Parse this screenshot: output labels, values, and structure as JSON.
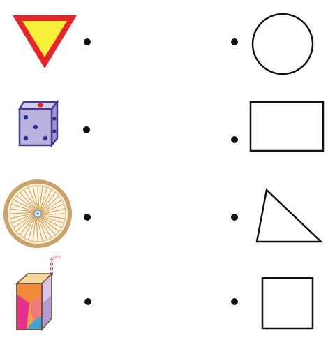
{
  "worksheet": {
    "left_column": [
      {
        "object": "yield-sign",
        "icon": "yield-sign-icon"
      },
      {
        "object": "dice",
        "icon": "dice-icon"
      },
      {
        "object": "wheel",
        "icon": "wheel-icon"
      },
      {
        "object": "juice-box",
        "icon": "juice-box-icon"
      }
    ],
    "right_column": [
      {
        "shape": "circle"
      },
      {
        "shape": "rectangle"
      },
      {
        "shape": "triangle"
      },
      {
        "shape": "square"
      }
    ]
  },
  "colors": {
    "yield_fill": "#f7ee3a",
    "yield_border": "#e3262a",
    "dice_face": "#b9b2dd",
    "dice_edge": "#4b3a8f",
    "dice_pip_blue": "#2a2f8f",
    "dice_pip_red": "#e3262a",
    "wheel_rim": "#c9a36a",
    "wheel_spokes": "#d9a760",
    "shape_stroke": "#111111"
  }
}
